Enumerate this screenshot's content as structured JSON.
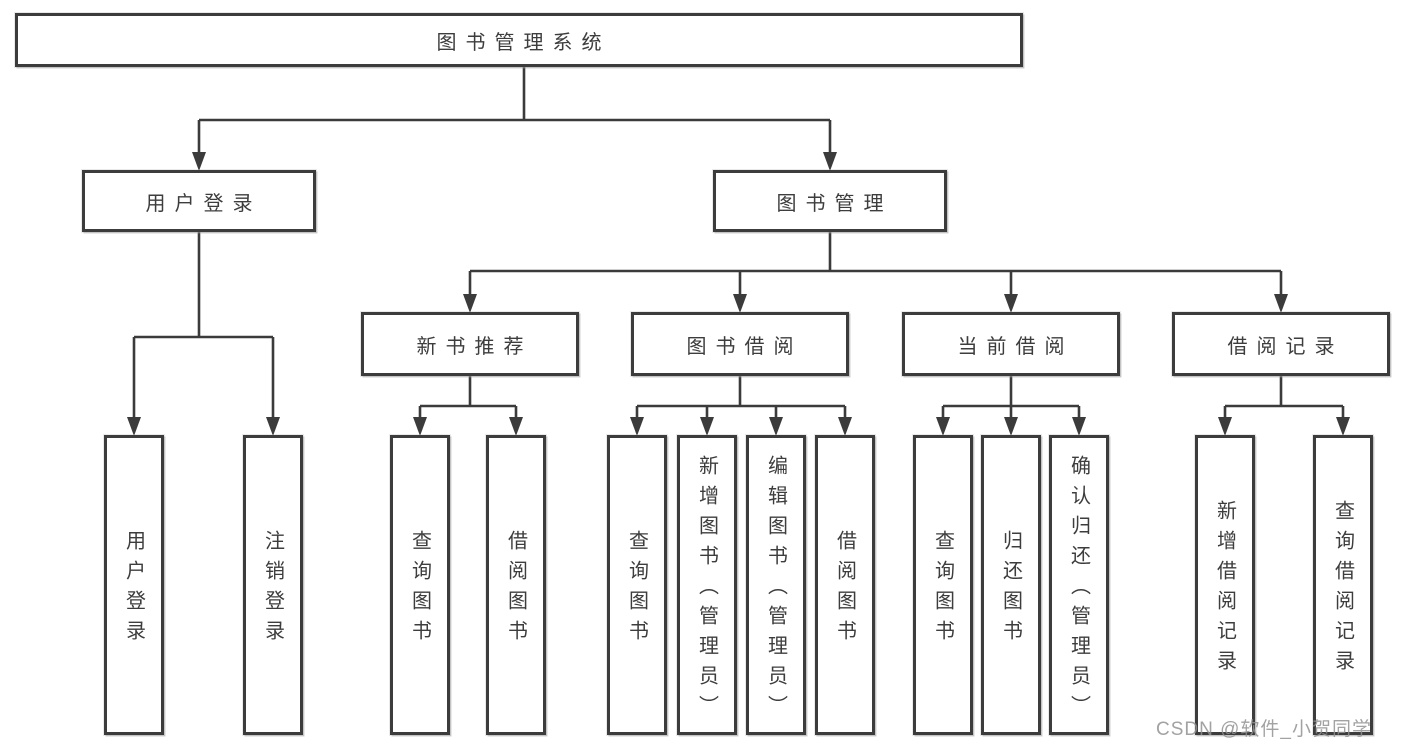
{
  "tree": {
    "root": {
      "label": "图书管理系统",
      "children": [
        {
          "label": "用户登录",
          "children": [
            {
              "label": "用户登录"
            },
            {
              "label": "注销登录"
            }
          ]
        },
        {
          "label": "图书管理",
          "children": [
            {
              "label": "新书推荐",
              "children": [
                {
                  "label": "查询图书"
                },
                {
                  "label": "借阅图书"
                }
              ]
            },
            {
              "label": "图书借阅",
              "children": [
                {
                  "label": "查询图书"
                },
                {
                  "label": "新增图书（管理员）"
                },
                {
                  "label": "编辑图书（管理员）"
                },
                {
                  "label": "借阅图书"
                }
              ]
            },
            {
              "label": "当前借阅",
              "children": [
                {
                  "label": "查询图书"
                },
                {
                  "label": "归还图书"
                },
                {
                  "label": "确认归还（管理员）"
                }
              ]
            },
            {
              "label": "借阅记录",
              "children": [
                {
                  "label": "新增借阅记录"
                },
                {
                  "label": "查询借阅记录"
                }
              ]
            }
          ]
        }
      ]
    }
  },
  "watermark": {
    "text": "CSDN @软件_小贺同学"
  },
  "colors": {
    "line": "#3b3b3b",
    "border": "#3c3c3c",
    "text": "#3d3d3d",
    "watermark": "#929292",
    "background": "#ffffff"
  }
}
